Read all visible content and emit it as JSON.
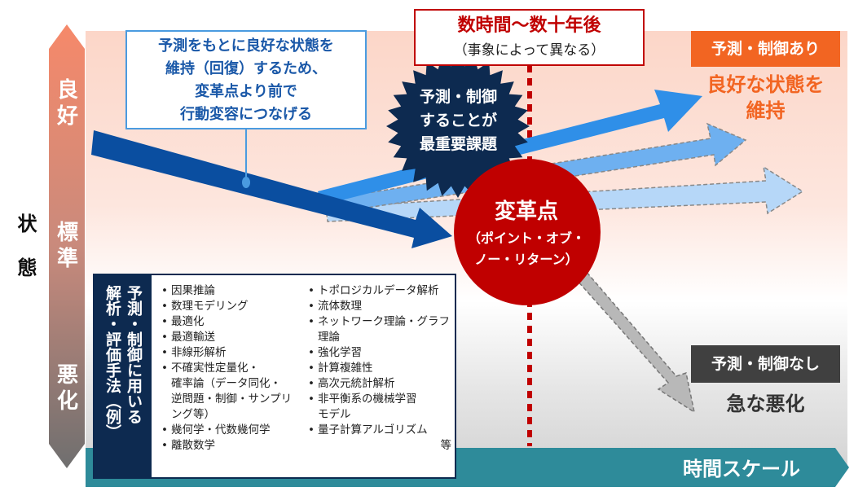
{
  "axis": {
    "title": "状態",
    "levels": [
      "良好",
      "標準",
      "悪化"
    ],
    "time_label": "時間スケール"
  },
  "callout": {
    "lines": [
      "予測をもとに良好な状態を",
      "維持（回復）するため、",
      "変革点より前で",
      "行動変容につなげる"
    ]
  },
  "timeframe": {
    "title": "数時間～数十年後",
    "note": "（事象によって異なる）"
  },
  "burst": {
    "lines": [
      "予測・制御",
      "することが",
      "最重要課題"
    ]
  },
  "tipping_point": {
    "title": "変革点",
    "subtitle_lines": [
      "（ポイント・オブ・",
      "ノー・リターン）"
    ]
  },
  "with_control": {
    "label": "予測・制御あり",
    "outcome_lines": [
      "良好な状態を",
      "維持"
    ]
  },
  "without_control": {
    "label": "予測・制御なし",
    "outcome": "急な悪化"
  },
  "methods": {
    "heading_cols": [
      "予測・制御に用いる",
      "解析・評価手法（例）"
    ],
    "left": [
      "因果推論",
      "数理モデリング",
      "最適化",
      "最適輸送",
      "非線形解析",
      "不確実性定量化・",
      "確率論（データ同化・",
      "逆問題・制御・サンプリ",
      "ング等）",
      "幾何学・代数幾何学",
      "離散数学"
    ],
    "right": [
      "トポロジカルデータ解析",
      "流体数理",
      "ネットワーク理論・グラフ",
      "理論",
      "強化学習",
      "計算複雑性",
      "高次元統計解析",
      "非平衡系の機械学習",
      "モデル",
      "量子計算アルゴリズム",
      "等"
    ]
  },
  "colors": {
    "red": "#c00000",
    "orange": "#f26522",
    "navy": "#0d2a50",
    "blue": "#0a4ea0",
    "teal": "#2e8b9a"
  }
}
